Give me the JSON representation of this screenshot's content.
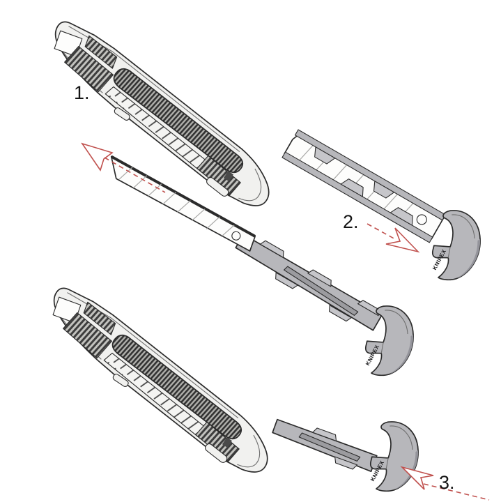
{
  "steps": [
    {
      "id": 1,
      "label": "1."
    },
    {
      "id": 2,
      "label": "2."
    },
    {
      "id": 3,
      "label": "3."
    }
  ],
  "caps": {
    "brand": "KNIPEX"
  },
  "colors": {
    "background": "#ffffff",
    "outline": "#2b2b2b",
    "body": "#f1f1ef",
    "rail": "#b7b7bb",
    "rib_dark": "#3d3d3d",
    "arrow": "#c0504d",
    "label": "#151515"
  },
  "icons": [
    {
      "name": "blade-extract-arrow-icon",
      "glyph": "dashed-dart-up-left"
    },
    {
      "name": "step2-arrow-icon",
      "glyph": "dashed-dart-down-right"
    },
    {
      "name": "step3-arrow-icon",
      "glyph": "dashed-dart-up-left"
    }
  ]
}
